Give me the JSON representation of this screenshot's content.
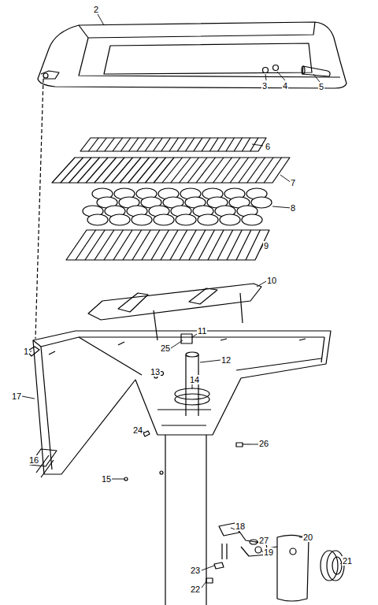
{
  "diagram": {
    "labels": [
      "2",
      "3",
      "4",
      "5",
      "6",
      "7",
      "8",
      "9",
      "10",
      "1",
      "11",
      "25",
      "12",
      "13",
      "14",
      "17",
      "24",
      "26",
      "16",
      "15",
      "18",
      "27",
      "19",
      "20",
      "21",
      "23",
      "22"
    ]
  }
}
